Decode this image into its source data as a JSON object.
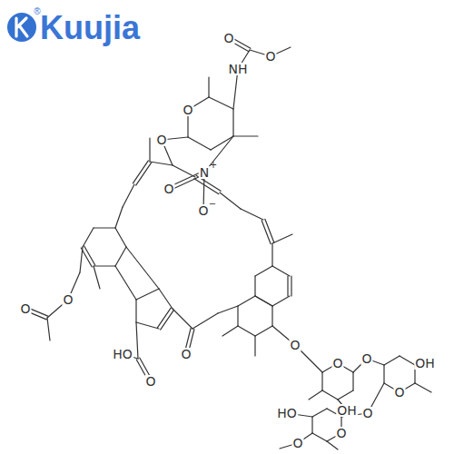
{
  "diagram": {
    "labels": [
      "®",
      "Kuujia",
      "O",
      "O",
      "NH",
      "O",
      "O",
      "N",
      "+",
      "O",
      "O",
      "−",
      "O",
      "O",
      "HO",
      "O",
      "O",
      "O",
      "O",
      "O",
      "OH",
      "OH",
      "O",
      "O",
      "HO",
      "O",
      "O"
    ]
  }
}
